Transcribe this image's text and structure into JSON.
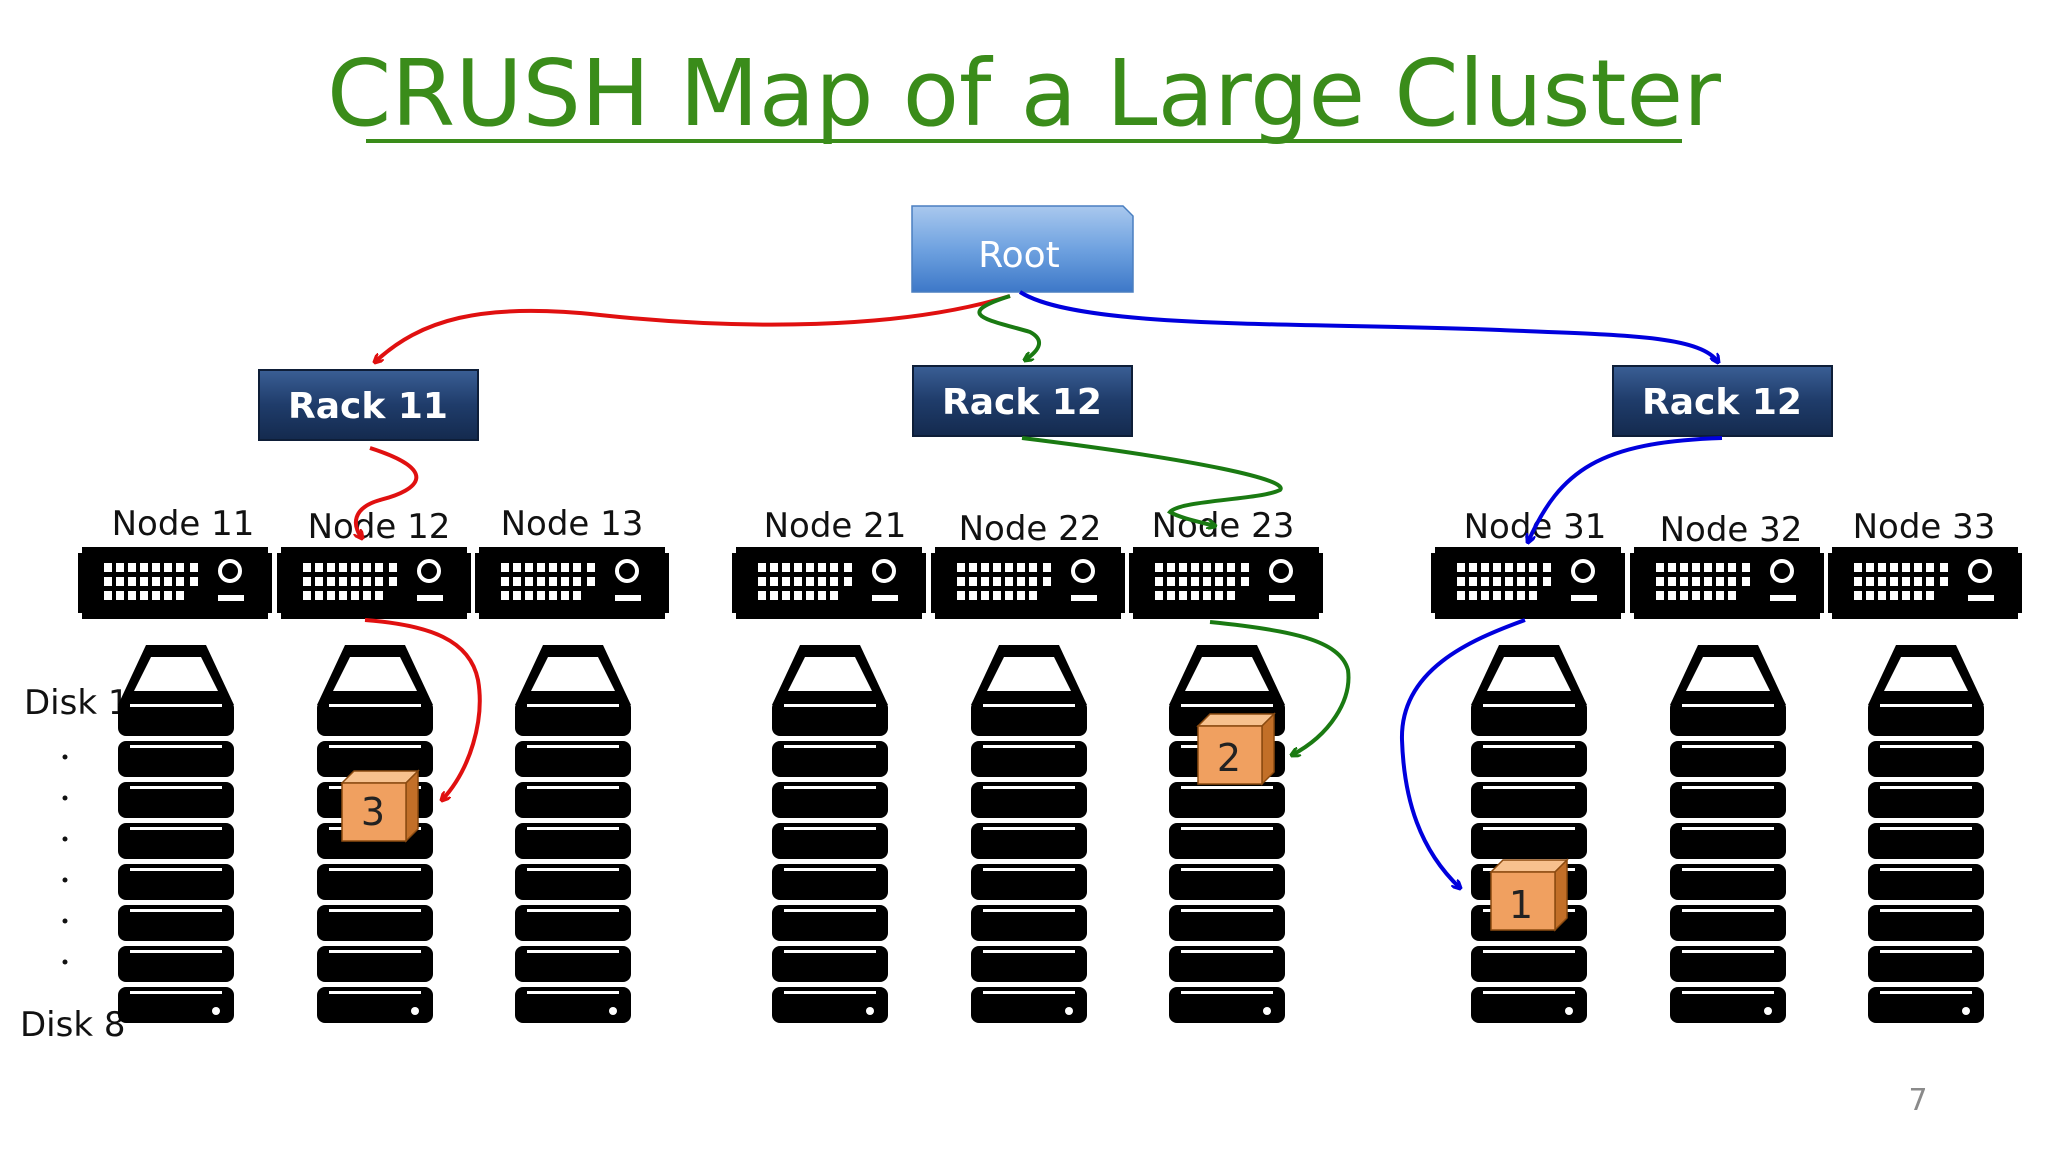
{
  "title": "CRUSH Map of a Large Cluster",
  "root": {
    "label": "Root"
  },
  "racks": [
    {
      "label": "Rack 11"
    },
    {
      "label": "Rack 12"
    },
    {
      "label": "Rack 12"
    }
  ],
  "nodes": [
    {
      "label": "Node 11"
    },
    {
      "label": "Node 12"
    },
    {
      "label": "Node 13"
    },
    {
      "label": "Node 21"
    },
    {
      "label": "Node 22"
    },
    {
      "label": "Node 23"
    },
    {
      "label": "Node 31"
    },
    {
      "label": "Node 32"
    },
    {
      "label": "Node 33"
    }
  ],
  "disk_labels": {
    "first": "Disk 1",
    "last": "Disk 8"
  },
  "disks_per_node": 8,
  "replicas": [
    {
      "label": "1",
      "color": "#0000dd"
    },
    {
      "label": "2",
      "color": "#1a7a12"
    },
    {
      "label": "3",
      "color": "#e01010"
    }
  ],
  "colors": {
    "title": "#3a8c1a",
    "root_box": "#5b9bd5",
    "rack_box": "#1f3a64",
    "cube": "#f0a060"
  },
  "page_number": "7"
}
